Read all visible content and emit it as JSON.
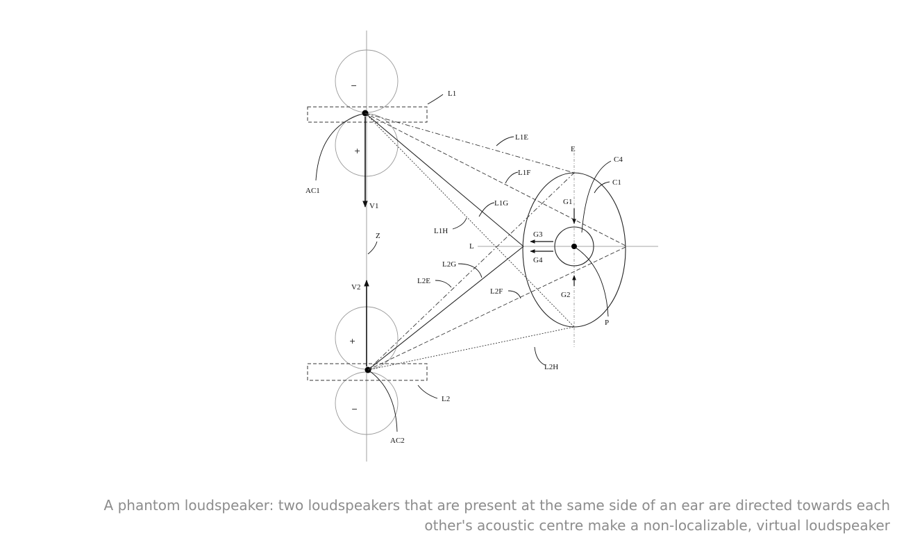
{
  "figure": {
    "speaker1": {
      "label": "L1",
      "neg": "−",
      "pos": "+",
      "centre": "AC1",
      "vector": "V1"
    },
    "speaker2": {
      "label": "L2",
      "neg": "−",
      "pos": "+",
      "centre": "AC2",
      "vector": "V2"
    },
    "axis_label": "Z",
    "ear": {
      "vertical": "E",
      "horizontal": "L",
      "inner": "C4",
      "outer": "C1",
      "point": "P"
    },
    "gaps": [
      "G1",
      "G2",
      "G3",
      "G4"
    ],
    "paths": [
      "L1E",
      "L1F",
      "L1G",
      "L1H",
      "L2E",
      "L2F",
      "L2G",
      "L2H"
    ]
  },
  "caption": {
    "line1": "A phantom loudspeaker: two loudspeakers that are present at the same side of an ear are directed towards each",
    "line2": "other's acoustic centre make a non-localizable, virtual loudspeaker"
  }
}
